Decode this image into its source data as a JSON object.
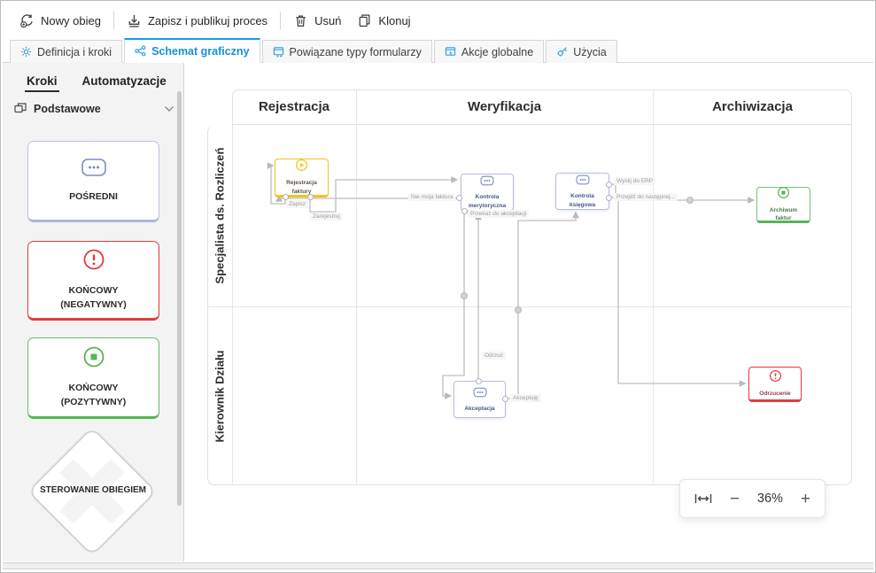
{
  "toolbar": {
    "buttons": [
      {
        "label": "Nowy obieg",
        "icon": "new-workflow-icon"
      },
      {
        "label": "Zapisz i publikuj proces",
        "icon": "save-publish-icon"
      },
      {
        "label": "Usuń",
        "icon": "delete-icon"
      },
      {
        "label": "Klonuj",
        "icon": "clone-icon"
      }
    ]
  },
  "tabs": [
    {
      "label": "Definicja i kroki",
      "icon": "gear-icon",
      "active": false
    },
    {
      "label": "Schemat graficzny",
      "icon": "flow-diagram-icon",
      "active": true
    },
    {
      "label": "Powiązane typy formularzy",
      "icon": "form-types-icon",
      "active": false
    },
    {
      "label": "Akcje globalne",
      "icon": "global-actions-icon",
      "active": false
    },
    {
      "label": "Użycia",
      "icon": "usages-icon",
      "active": false
    }
  ],
  "sidebar": {
    "tabs": [
      {
        "label": "Kroki",
        "active": true
      },
      {
        "label": "Automatyzacje",
        "active": false
      }
    ],
    "section": {
      "label": "Podstawowe",
      "icon": "basic-steps-icon"
    },
    "steps": [
      {
        "line1": "POŚREDNI",
        "line2": "",
        "type": "intermediate",
        "accent": "#aab4de"
      },
      {
        "line1": "KOŃCOWY",
        "line2": "(NEGATYWNY)",
        "type": "final-negative",
        "accent": "#e23b3c"
      },
      {
        "line1": "KOŃCOWY",
        "line2": "(POZYTYWNY)",
        "type": "final-positive",
        "accent": "#58b356"
      }
    ],
    "flow_control": {
      "label": "STEROWANIE OBIEGIEM"
    }
  },
  "canvas": {
    "columns": [
      {
        "label": "Rejestracja"
      },
      {
        "label": "Weryfikacja"
      },
      {
        "label": "Archiwizacja"
      }
    ],
    "rows": [
      {
        "label": "Specjalista ds. Rozliczeń"
      },
      {
        "label": "Kierownik Działu"
      }
    ],
    "nodes": {
      "registration": {
        "label": "Rejestracja faktury",
        "type": "start",
        "color": "#f0c41d"
      },
      "merit_check": {
        "label": "Kontrola merytoryczna",
        "type": "intermediate",
        "color": "#8a94cf"
      },
      "accounting_check": {
        "label": "Kontrola księgowa",
        "type": "intermediate",
        "color": "#8a94cf"
      },
      "archive": {
        "label": "Archiwum faktur",
        "type": "final-positive",
        "color": "#58b356"
      },
      "acceptance": {
        "label": "Akceptacja",
        "type": "intermediate",
        "color": "#8a94cf"
      },
      "rejection": {
        "label": "Odrzucenie",
        "type": "final-negative",
        "color": "#e23b3c"
      }
    },
    "edge_labels": {
      "save": "Zapisz",
      "register": "Zarejestruj",
      "not_my_invoice": "Nie moja faktura",
      "pass_to_acceptance": "Przekaż do akceptacji",
      "reject": "Odrzuć",
      "accept": "Akceptuję",
      "send_to_erp": "Wyślij do ERP",
      "go_to_next": "Przejdź do następnej..."
    }
  },
  "zoom_control": {
    "fit_icon": "fit-width-icon",
    "minus_label": "−",
    "value": "36%",
    "plus_label": "+"
  },
  "colors": {
    "accent_blue": "#1e9fe0",
    "step_yellow": "#f0c41d",
    "step_green": "#58b356",
    "step_red": "#e23b3c",
    "step_blue": "#8a94cf"
  }
}
